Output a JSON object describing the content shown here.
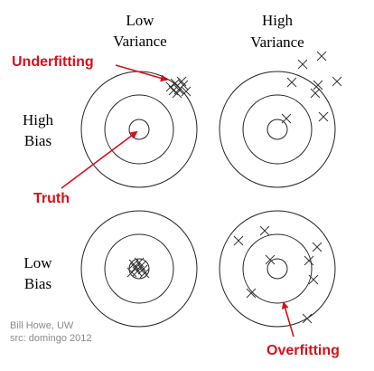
{
  "columns": [
    {
      "line1": "Low",
      "line2": "Variance"
    },
    {
      "line1": "High",
      "line2": "Variance"
    }
  ],
  "rows": [
    {
      "line1": "High",
      "line2": "Bias"
    },
    {
      "line1": "Low",
      "line2": "Bias"
    }
  ],
  "callouts": {
    "underfitting": "Underfitting",
    "truth": "Truth",
    "overfitting": "Overfitting"
  },
  "credit": {
    "line1": "Bill Howe, UW",
    "line2": "src: domingo 2012"
  },
  "colors": {
    "callout": "#d8101a",
    "ring": "#222222",
    "credit": "#8a8a8a"
  },
  "mark_icon": "cross-mark-icon"
}
